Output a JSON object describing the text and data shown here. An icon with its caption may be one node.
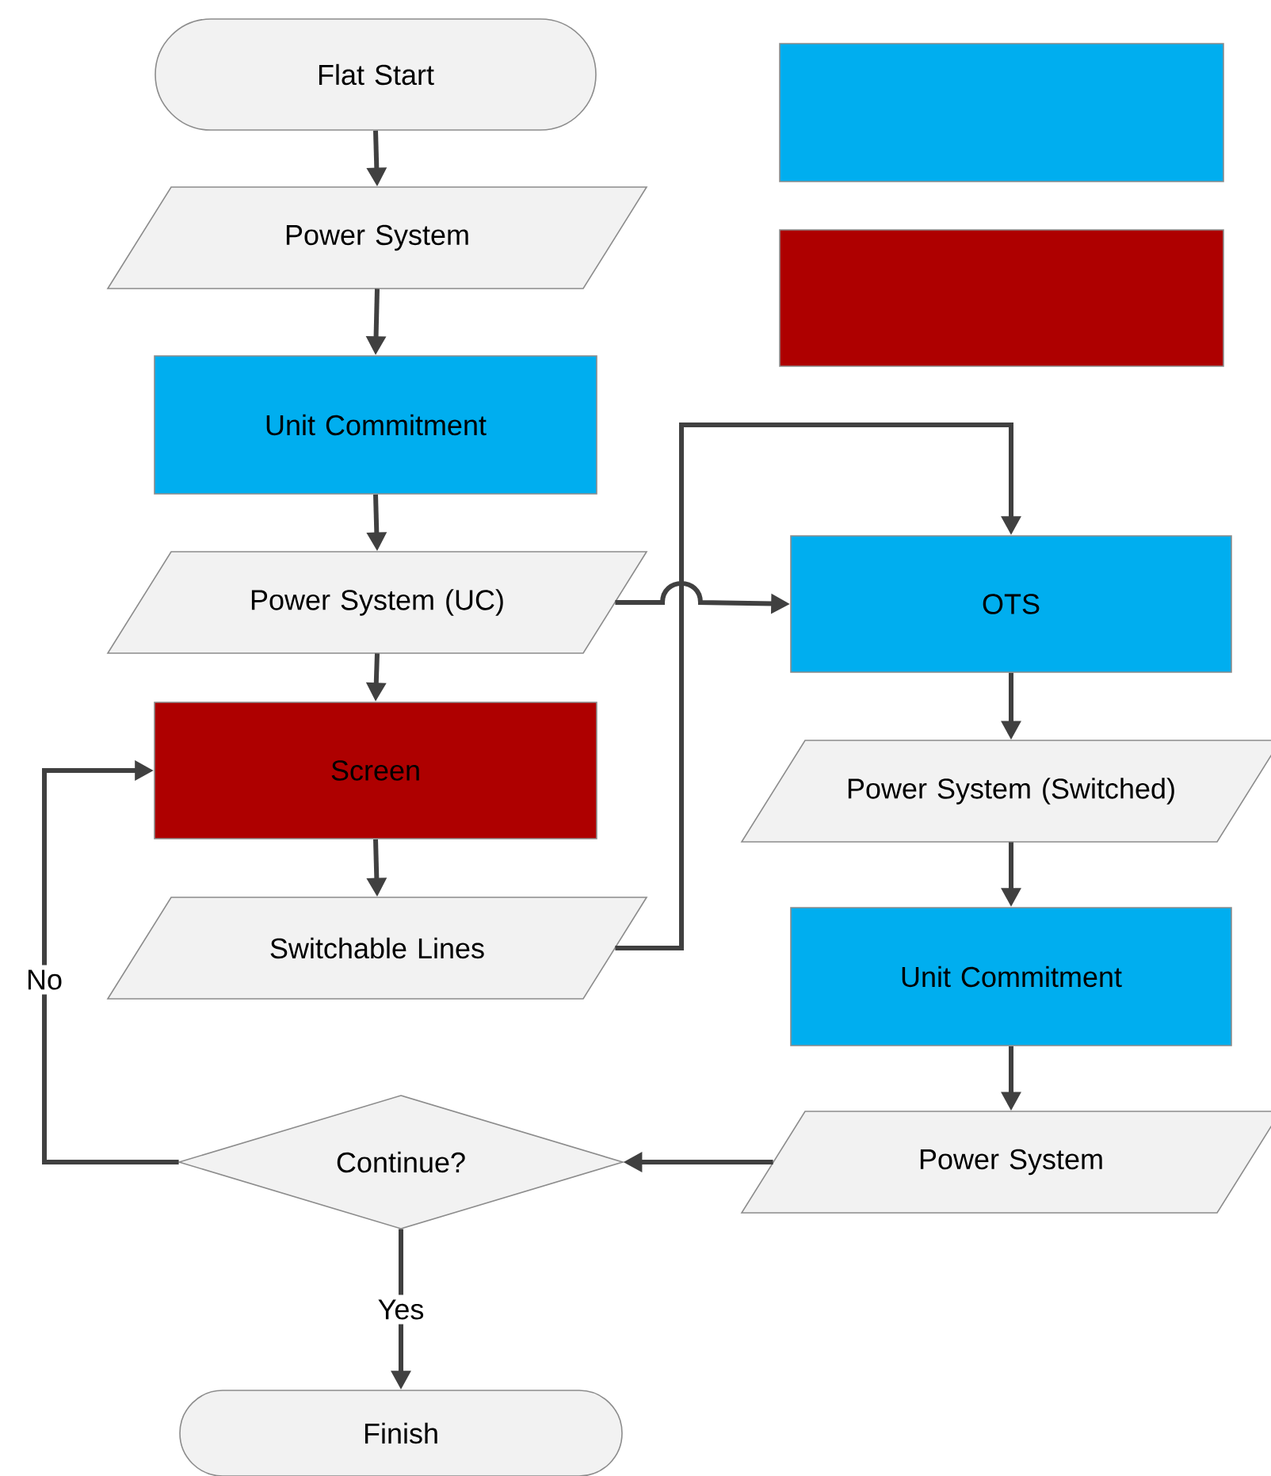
{
  "diagram": {
    "nodes": [
      {
        "text": [
          "Flat Start"
        ]
      },
      {
        "text": [
          "Power System"
        ]
      },
      {
        "text": [
          "Unit Commitment"
        ]
      },
      {
        "text": [
          "Power System (UC)"
        ]
      },
      {
        "text": [
          "Screen"
        ]
      },
      {
        "text": [
          "Switchable Lines"
        ]
      },
      {
        "text": [
          "OTS"
        ]
      },
      {
        "text": [
          "Power System (Switched)"
        ]
      },
      {
        "text": [
          "Unit Commitment"
        ]
      },
      {
        "text": [
          "Power System"
        ]
      },
      {
        "text": [
          "Continue?"
        ]
      },
      {
        "text": [
          "Finish"
        ]
      },
      {
        "text": [],
        "shape": "box"
      },
      {
        "text": [],
        "shape": "box"
      }
    ],
    "edges": [
      {
        "from": 0,
        "to": 1,
        "arrow": "to"
      },
      {
        "from": 1,
        "to": 2,
        "arrow": "to"
      },
      {
        "from": 2,
        "to": 3,
        "arrow": "to"
      },
      {
        "from": 3,
        "to": 4,
        "arrow": "to"
      },
      {
        "from": 4,
        "to": 5,
        "arrow": "to"
      },
      {
        "from": 5,
        "to": 6,
        "arrow": "to"
      },
      {
        "from": 3,
        "to": 6,
        "arrow": "to"
      },
      {
        "from": 6,
        "to": 7,
        "arrow": "to"
      },
      {
        "from": 7,
        "to": 8,
        "arrow": "to"
      },
      {
        "from": 8,
        "to": 9,
        "arrow": "to"
      },
      {
        "from": 9,
        "to": 10,
        "arrow": "to"
      },
      {
        "from": 10,
        "to": 4,
        "arrow": "to",
        "label": "No"
      },
      {
        "from": 10,
        "to": 11,
        "arrow": "to",
        "label": "Yes"
      }
    ]
  }
}
